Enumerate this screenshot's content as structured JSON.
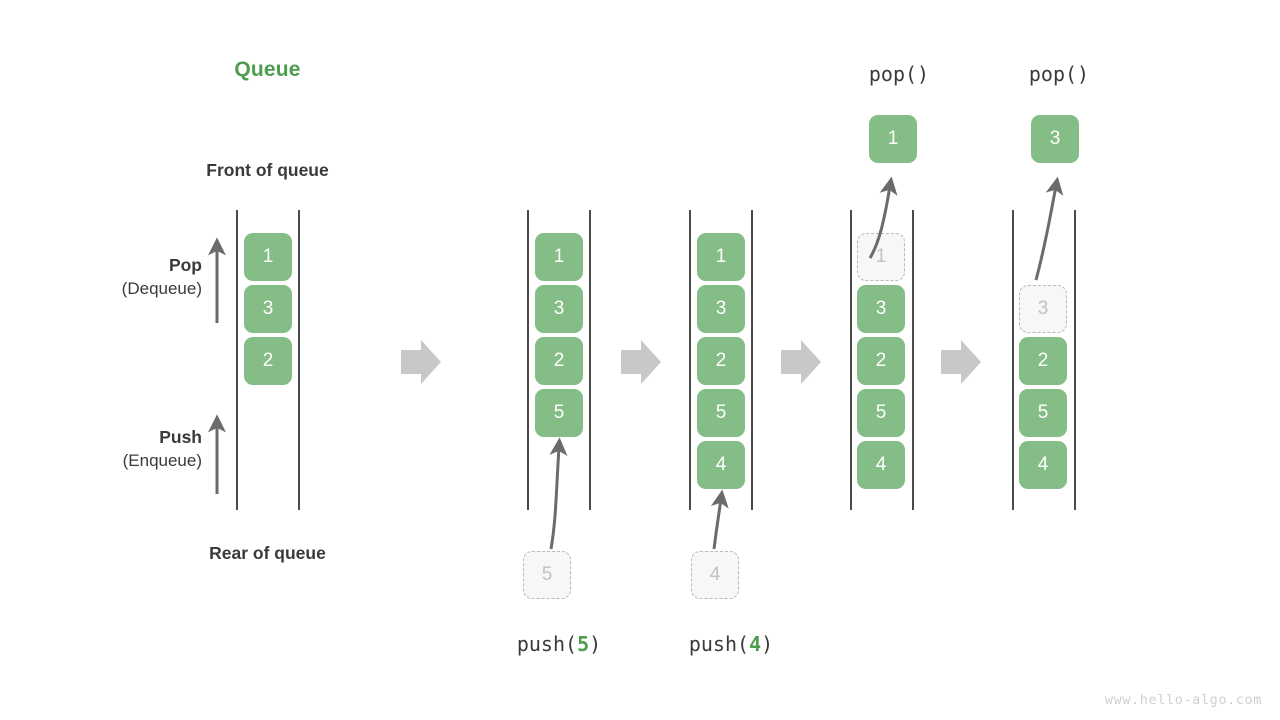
{
  "meta": {
    "title": "Queue",
    "watermark": "www.hello-algo.com",
    "colors": {
      "cell_fill": "#84bd85",
      "cell_text": "#ffffff",
      "ghost_fill": "#f7f7f7",
      "ghost_border": "#b9b9b9",
      "ghost_text": "#c2c2c2",
      "accent_green": "#4e9c4f",
      "rail": "#4a4a4a",
      "arrow_gray": "#6b6b6b",
      "step_arrow": "#c8c8c8",
      "text": "#3a3a3a",
      "background": "#ffffff"
    }
  },
  "labels": {
    "front_of_queue": "Front of queue",
    "rear_of_queue": "Rear of queue",
    "pop_primary": "Pop",
    "pop_secondary": "(Dequeue)",
    "push_primary": "Push",
    "push_secondary": "(Enqueue)"
  },
  "panels": [
    {
      "id": "initial",
      "caption": "",
      "caption_prefix": "",
      "caption_arg": "",
      "caption_suffix": "",
      "top_label": "",
      "cells": [
        {
          "value": "1",
          "state": "filled"
        },
        {
          "value": "3",
          "state": "filled"
        },
        {
          "value": "2",
          "state": "filled"
        }
      ],
      "incoming": null,
      "outgoing": null
    },
    {
      "id": "push-5",
      "caption": "push(5)",
      "caption_prefix": "push(",
      "caption_arg": "5",
      "caption_suffix": ")",
      "top_label": "",
      "cells": [
        {
          "value": "1",
          "state": "filled"
        },
        {
          "value": "3",
          "state": "filled"
        },
        {
          "value": "2",
          "state": "filled"
        },
        {
          "value": "5",
          "state": "filled"
        }
      ],
      "incoming": {
        "value": "5",
        "state": "ghost"
      },
      "outgoing": null
    },
    {
      "id": "push-4",
      "caption": "push(4)",
      "caption_prefix": "push(",
      "caption_arg": "4",
      "caption_suffix": ")",
      "top_label": "",
      "cells": [
        {
          "value": "1",
          "state": "filled"
        },
        {
          "value": "3",
          "state": "filled"
        },
        {
          "value": "2",
          "state": "filled"
        },
        {
          "value": "5",
          "state": "filled"
        },
        {
          "value": "4",
          "state": "filled"
        }
      ],
      "incoming": {
        "value": "4",
        "state": "ghost"
      },
      "outgoing": null
    },
    {
      "id": "pop-1",
      "caption": "",
      "caption_prefix": "",
      "caption_arg": "",
      "caption_suffix": "",
      "top_label": "pop()",
      "cells": [
        {
          "value": "1",
          "state": "ghost"
        },
        {
          "value": "3",
          "state": "filled"
        },
        {
          "value": "2",
          "state": "filled"
        },
        {
          "value": "5",
          "state": "filled"
        },
        {
          "value": "4",
          "state": "filled"
        }
      ],
      "incoming": null,
      "outgoing": {
        "value": "1",
        "state": "filled"
      }
    },
    {
      "id": "pop-3",
      "caption": "",
      "caption_prefix": "",
      "caption_arg": "",
      "caption_suffix": "",
      "top_label": "pop()",
      "cells": [
        {
          "value": "",
          "state": "empty"
        },
        {
          "value": "3",
          "state": "ghost"
        },
        {
          "value": "2",
          "state": "filled"
        },
        {
          "value": "5",
          "state": "filled"
        },
        {
          "value": "4",
          "state": "filled"
        }
      ],
      "incoming": null,
      "outgoing": {
        "value": "3",
        "state": "filled"
      }
    }
  ],
  "step_arrows": [
    {
      "from": "initial",
      "to": "push-5"
    },
    {
      "from": "push-5",
      "to": "push-4"
    },
    {
      "from": "push-4",
      "to": "pop-1"
    },
    {
      "from": "pop-1",
      "to": "pop-3"
    }
  ],
  "icons": {
    "step_arrow": "right-block-arrow-icon",
    "pop_direction": "up-arrow-icon",
    "push_direction": "up-arrow-icon",
    "enqueue_arrow": "curved-up-arrow-icon",
    "dequeue_arrow": "curved-up-arrow-icon"
  }
}
